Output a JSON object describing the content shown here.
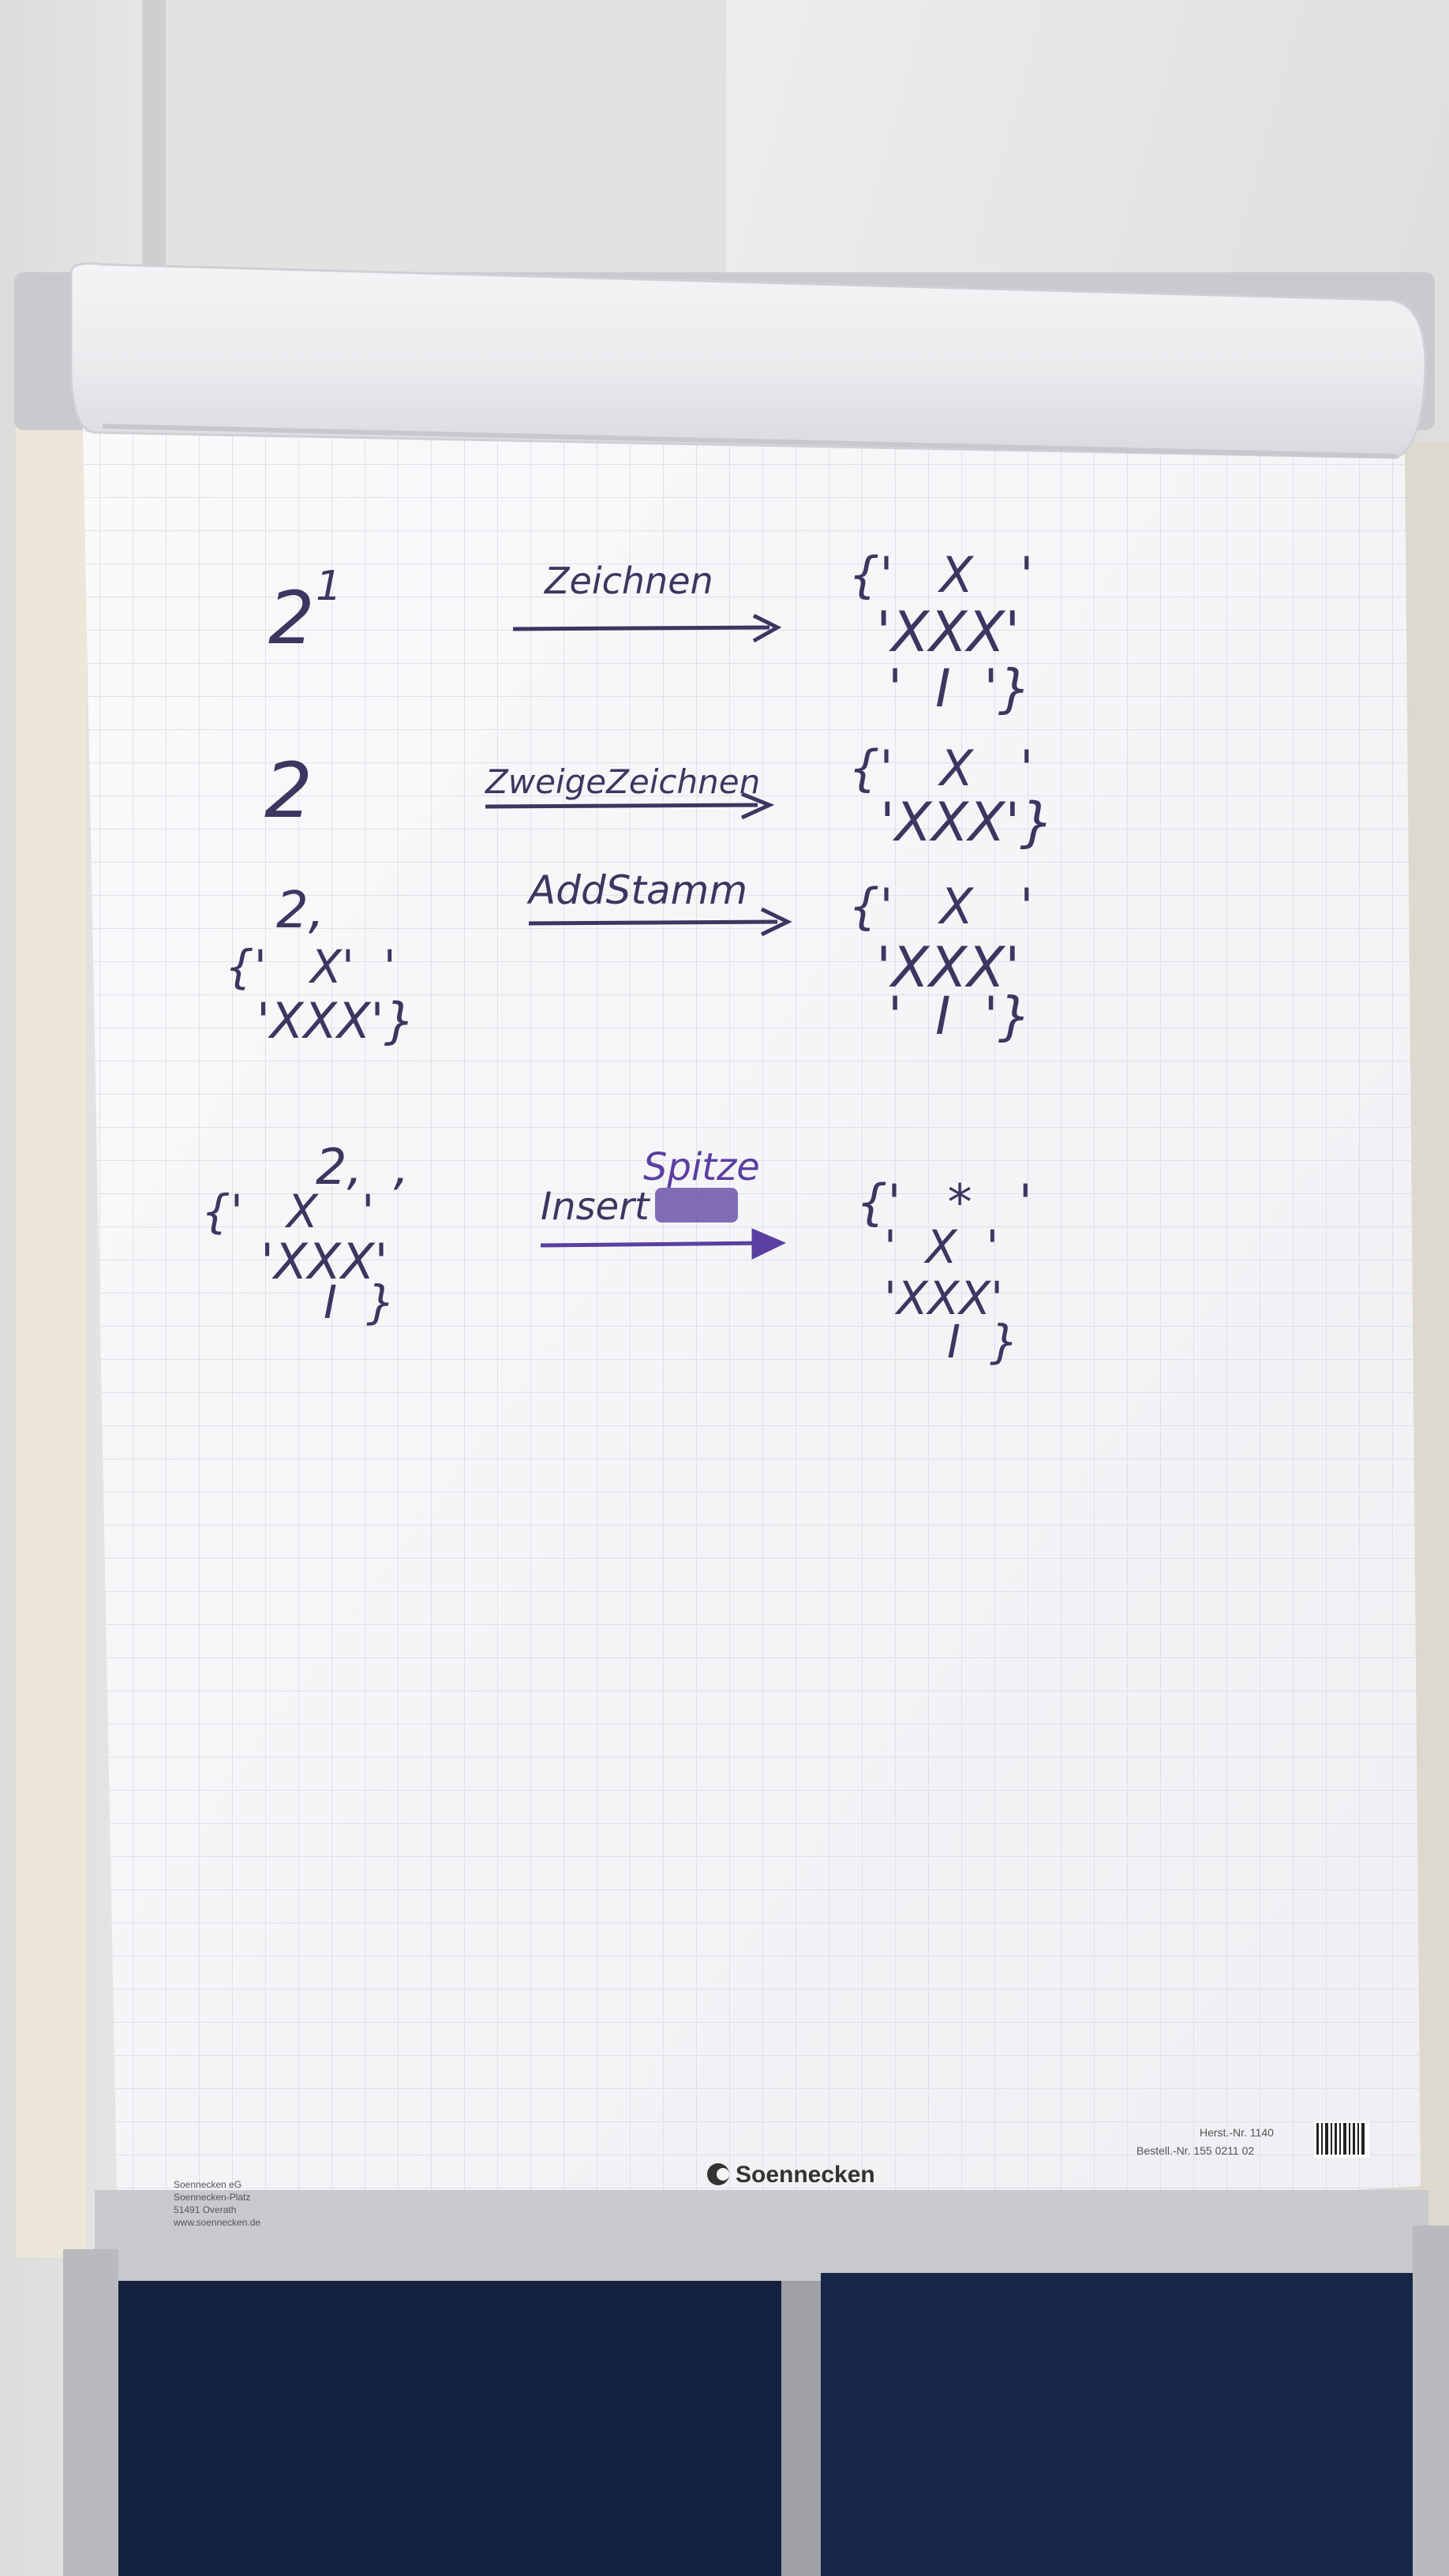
{
  "colors": {
    "wall": "#e4e4e2",
    "paper": "#f7f7f8",
    "grid": "#dcdde6",
    "ink_blue": "#3e3560",
    "ink_purple": "#5a3fa0",
    "stand_dark": "#15223f"
  },
  "flipchart": {
    "rows": [
      {
        "left": "2",
        "left_mark": "1",
        "operation": "Zeichnen",
        "right_lines": [
          "{'   X   '",
          "'XXX'",
          "'  I  '}"
        ]
      },
      {
        "left": "2",
        "operation": "ZweigeZeichnen",
        "right_lines": [
          "{'   X   '",
          "'XXX'}"
        ]
      },
      {
        "left_lines": [
          "2,",
          "{'   X'  '",
          "'XXX'}"
        ],
        "operation": "AddStamm",
        "right_lines": [
          "{'   X   '",
          "'XXX'",
          "'  I  '}"
        ]
      },
      {
        "left_lines": [
          "2,  ,",
          "{'   X   '",
          "'XXX'",
          "I  }"
        ],
        "operation": "Insert",
        "operation_note": "Spitze",
        "right_lines": [
          "{'   *   '",
          "'  X  '",
          "'XXX'",
          "I  }"
        ]
      }
    ],
    "footer": {
      "brand": "Soennecken",
      "address_lines": [
        "Soennecken eG",
        "Soennecken-Platz",
        "51491 Overath",
        "www.soennecken.de"
      ],
      "herst_nr": "Herst.-Nr. 1140",
      "bestell_nr": "Bestell.-Nr. 155 0211 02"
    }
  }
}
